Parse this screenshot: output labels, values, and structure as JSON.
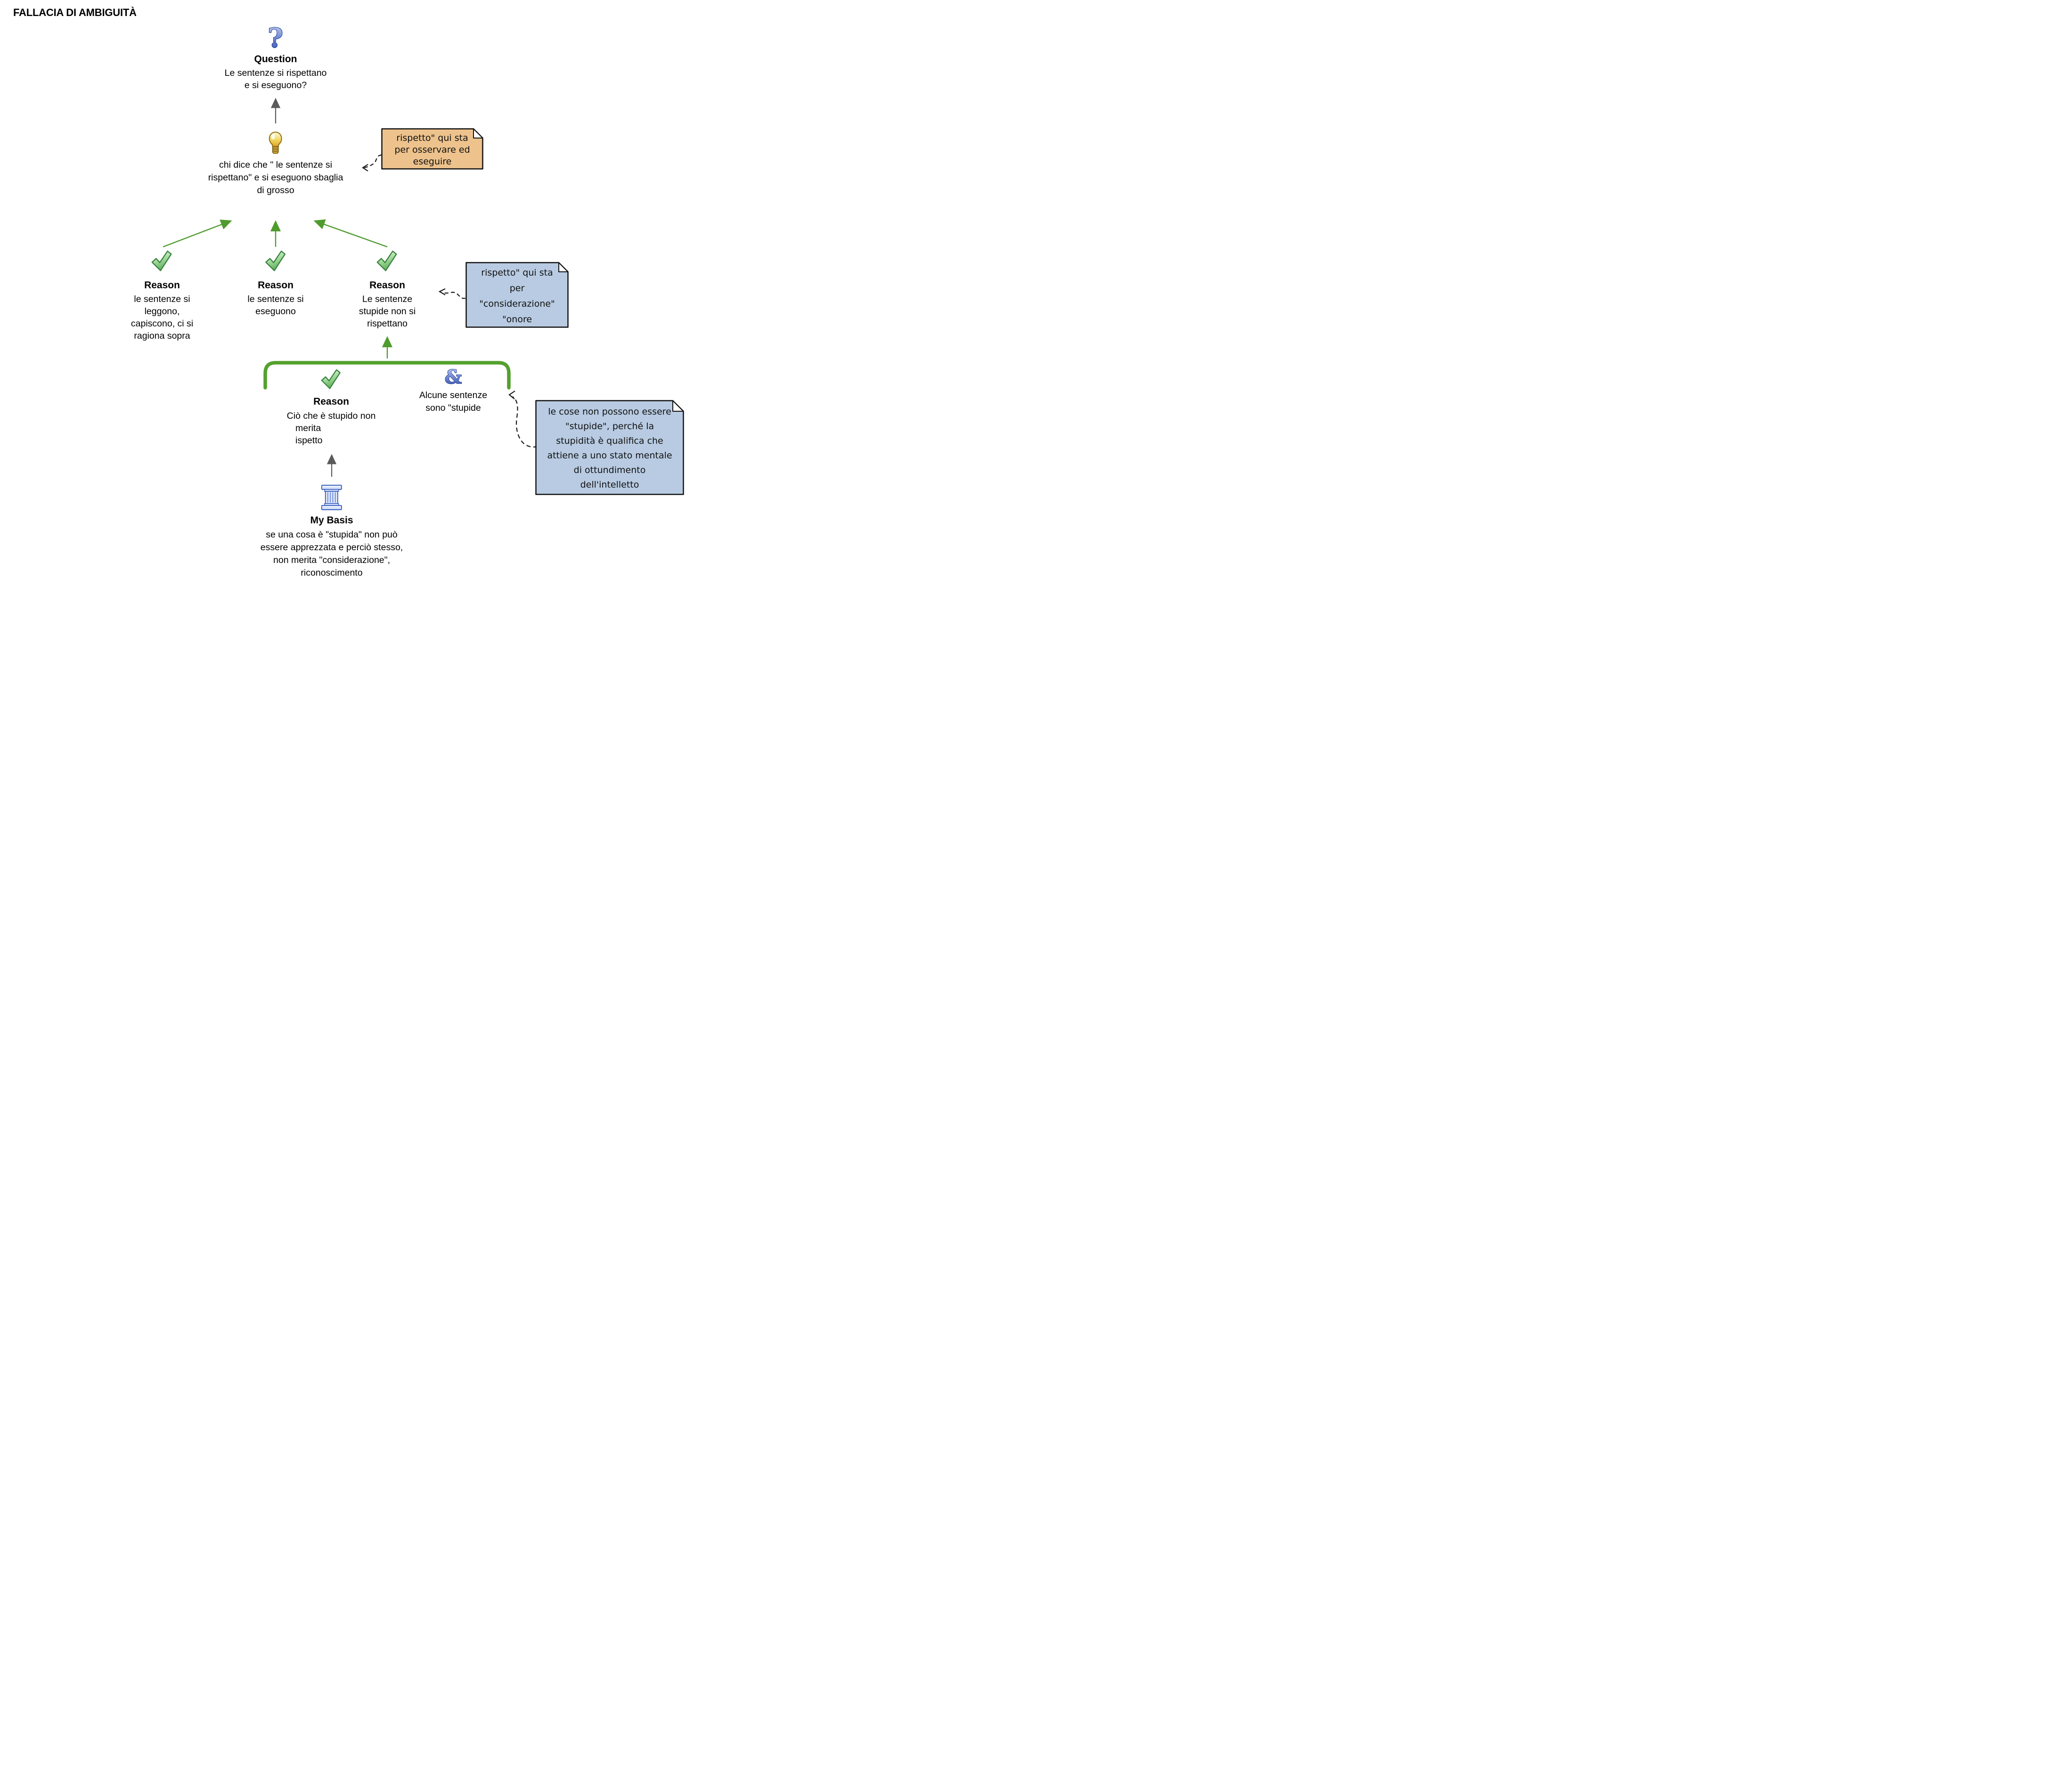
{
  "title": "FALLACIA DI AMBIGUITÀ",
  "question": {
    "label": "Question",
    "lines": [
      "Le sentenze si rispettano",
      "e si eseguono?"
    ]
  },
  "contention": {
    "lines": [
      "chi dice che \" le sentenze si",
      "rispettano\" e si eseguono sbaglia",
      "di grosso"
    ]
  },
  "reasons": [
    {
      "label": "Reason",
      "lines": [
        "le sentenze si",
        "leggono,",
        "capiscono, ci si",
        "ragiona sopra"
      ]
    },
    {
      "label": "Reason",
      "lines": [
        "le sentenze si",
        "eseguono"
      ]
    },
    {
      "label": "Reason",
      "lines": [
        "Le sentenze",
        "stupide non si",
        "rispettano"
      ]
    }
  ],
  "group_reason": {
    "label": "Reason",
    "lines": [
      "Ciò che è stupido non",
      "merita",
      "ispetto"
    ]
  },
  "conjunction": {
    "symbol": "&",
    "lines": [
      "Alcune sentenze",
      "sono \"stupide"
    ]
  },
  "basis": {
    "label": "My Basis",
    "lines": [
      "se una cosa è \"stupida\" non può",
      "essere apprezzata e perciò stesso,",
      "non merita \"considerazione\",",
      "riconoscimento"
    ]
  },
  "notes": [
    {
      "color": "#edc28c",
      "lines": [
        "rispetto\" qui sta",
        "per osservare ed",
        "eseguire"
      ]
    },
    {
      "color": "#b8cbe2",
      "lines": [
        "rispetto\" qui sta",
        "per",
        "\"considerazione\"",
        "\"onore"
      ]
    },
    {
      "color": "#b8cbe2",
      "lines": [
        "le cose non possono essere",
        "\"stupide\", perché la",
        "stupidità è qualifica che",
        "attiene a uno stato mentale",
        "di ottundimento",
        "dell'intelletto"
      ]
    }
  ],
  "icons": {
    "question_glyph": "?",
    "ampersand_glyph": "&"
  },
  "colors": {
    "orange_note": "#edc28c",
    "blue_note": "#b8cbe2",
    "bracket_green": "#53a12e",
    "arrow_green": "#4f9b2d",
    "arrow_gray": "#5a5a5a",
    "icon_blue": "#2d49a8",
    "check_green": "#5fae5a",
    "bulb_yellow": "#f2d55e"
  }
}
